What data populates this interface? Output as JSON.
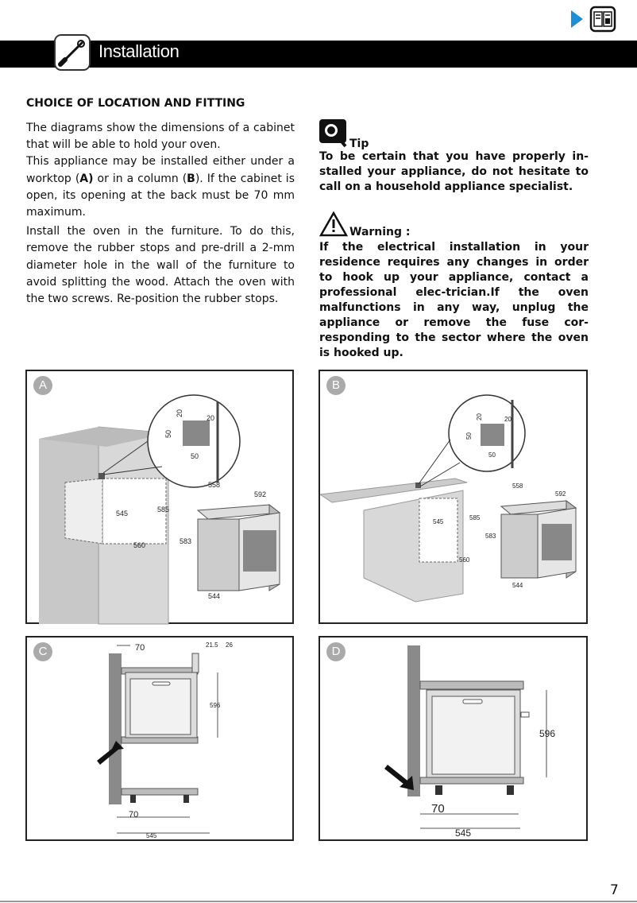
{
  "header": {
    "title": "Installation",
    "icon": "screwdriver-icon",
    "nav_icons": [
      "next-arrow-icon",
      "book-icon"
    ],
    "accent_color": "#1a8fd6"
  },
  "section": {
    "title": "CHOICE OF LOCATION AND  FITTING",
    "paragraphs": [
      {
        "p1": "The diagrams show the dimensions of a cabinet that will be able to hold your oven.",
        "p2a": "This appliance may be installed either under a worktop (",
        "p2b": "A)",
        "p2c": " or in a column (",
        "p2d": "B",
        "p2e": "). If the cabinet is open, its opening at the back must be 70 mm maximum."
      },
      "Install the oven in the furniture. To do this, remove the rubber stops and pre-drill a 2-mm diameter hole in the wall of the furniture to avoid splitting the wood. Attach the oven with the two screws. Re-position the rubber stops."
    ]
  },
  "tip": {
    "label": "Tip",
    "text": "To be certain that you have properly in-stalled your appliance, do not hesitate to call on a household appliance specialist."
  },
  "warning": {
    "label": "Warning :",
    "text": "If the electrical installation in your residence requires any changes in order to hook up your appliance, contact a professional elec-trician.If the oven malfunctions in any way, unplug the appliance or remove the fuse cor-responding to the sector where the oven is hooked up."
  },
  "diagrams": {
    "A": {
      "badge": "A",
      "dims": [
        "20",
        "20",
        "50",
        "50",
        "558",
        "592",
        "585",
        "545",
        "560",
        "583",
        "544"
      ]
    },
    "B": {
      "badge": "B",
      "dims": [
        "20",
        "20",
        "50",
        "50",
        "558",
        "592",
        "585",
        "545",
        "560",
        "583",
        "544"
      ]
    },
    "C": {
      "badge": "C",
      "dims": [
        "70",
        "21.5",
        "26",
        "596",
        "70",
        "545"
      ]
    },
    "D": {
      "badge": "D",
      "dims": [
        "596",
        "70",
        "545"
      ]
    }
  },
  "page_number": "7"
}
